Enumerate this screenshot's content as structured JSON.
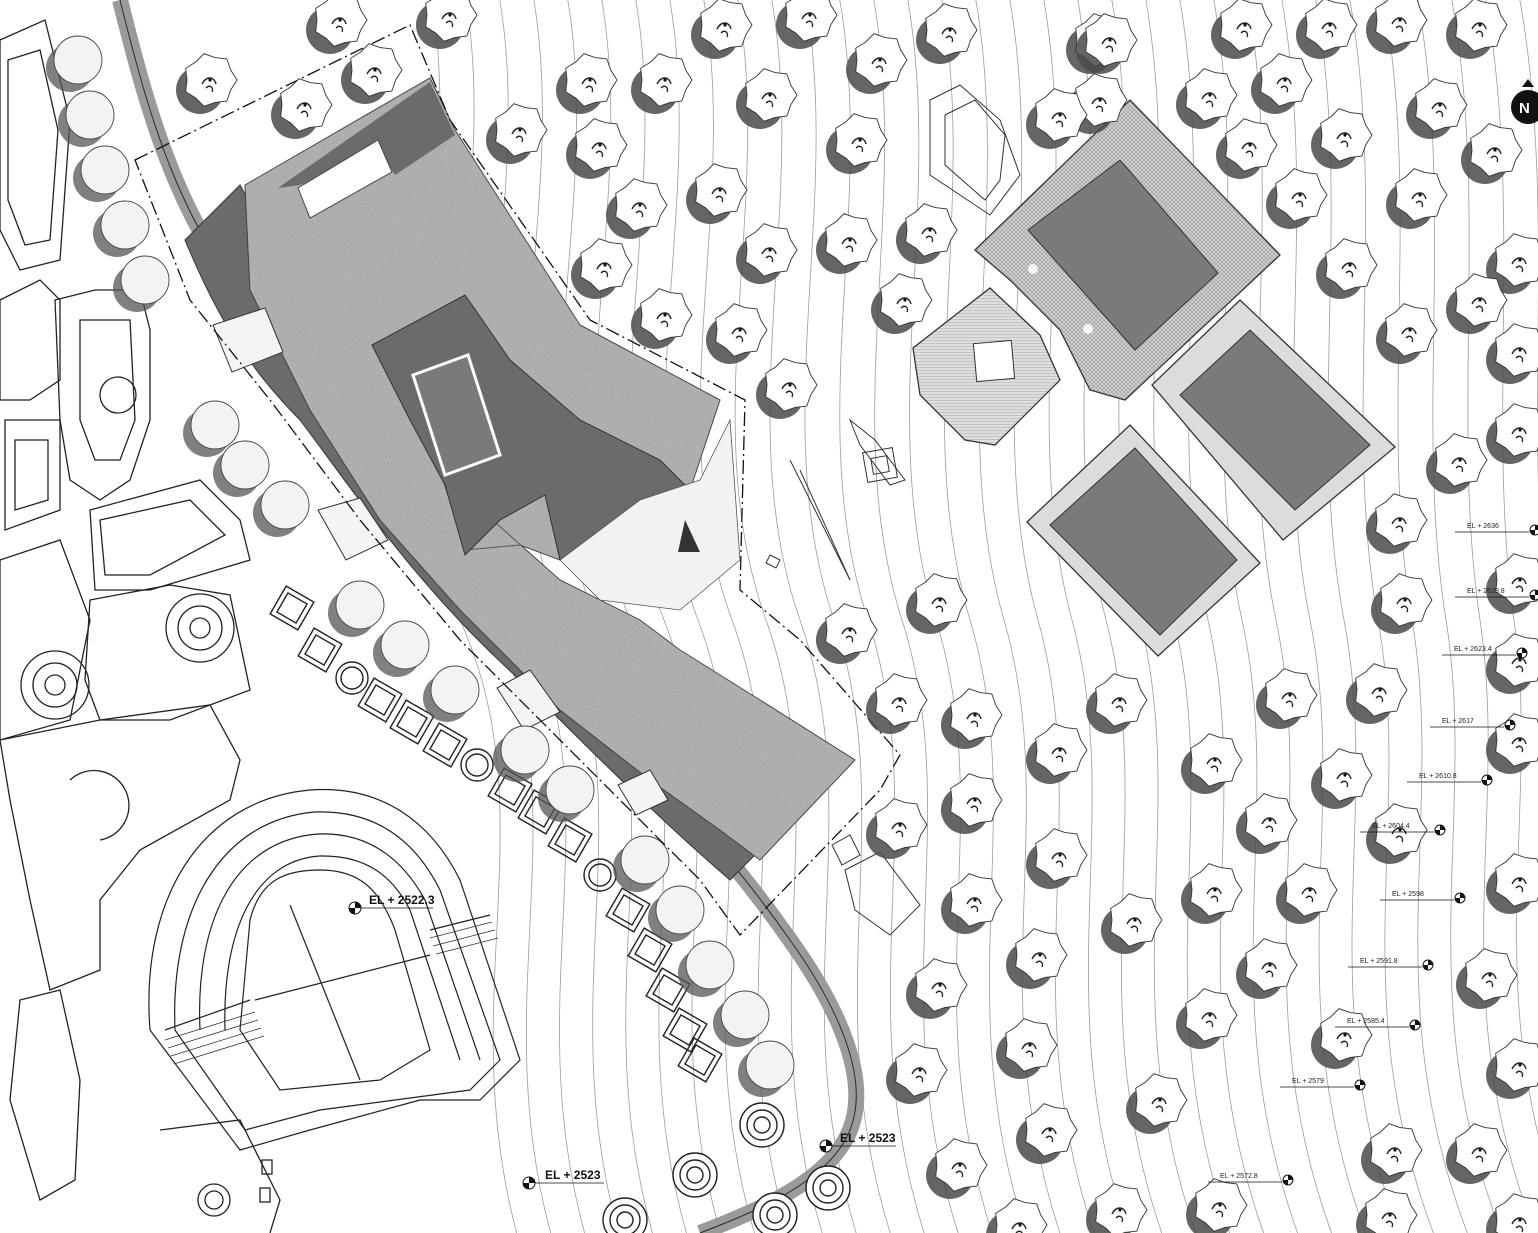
{
  "north_arrow": {
    "label": "N",
    "icon": "north-arrow-icon"
  },
  "elevation_markers_site": [
    {
      "id": "amphitheater",
      "label": "EL + 2522.3"
    },
    {
      "id": "plaza",
      "label": "EL + 2523"
    },
    {
      "id": "path",
      "label": "EL + 2523"
    }
  ],
  "elevation_markers_contours": [
    "EL + 2636",
    "EL + 2629.8",
    "EL + 2623.4",
    "EL + 2617",
    "EL + 2610.8",
    "EL + 2604.4",
    "EL + 2598",
    "EL + 2591.8",
    "EL + 2585.4",
    "EL + 2579",
    "EL + 2572.8"
  ],
  "colors": {
    "building_dark": "#6b6b6b",
    "roof_texture": "#a9a9a9",
    "pool_fill": "#7a7a7a",
    "linework": "#3a3a3a",
    "tree_shadow": "#4a4a4a"
  }
}
